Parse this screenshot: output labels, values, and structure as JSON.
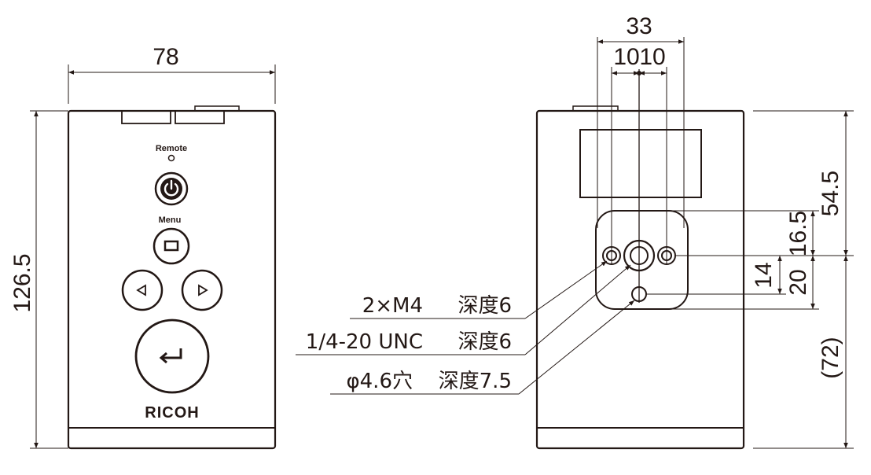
{
  "front_view": {
    "width_dim": "78",
    "height_dim": "126.5",
    "remote_label": "Remote",
    "menu_label": "Menu",
    "brand": "RICOH",
    "icons": [
      "power-icon",
      "menu-square-icon",
      "left-triangle-icon",
      "right-triangle-icon",
      "enter-arrow-icon"
    ]
  },
  "back_view": {
    "top_width_dim": "33",
    "left_spacing_dim": "10",
    "right_spacing_dim": "10",
    "upper_height_dim": "54.5",
    "mid_height_dim": "16.5",
    "lower_height_dim": "(72)",
    "hole_offset_dim": "14",
    "lower_hole_dim": "20",
    "callouts": [
      {
        "label": "2×M4",
        "depth": "深度6"
      },
      {
        "label": "1/4-20 UNC",
        "depth": "深度6"
      },
      {
        "label": "φ4.6穴",
        "depth": "深度7.5"
      }
    ]
  },
  "colors": {
    "line": "#231815",
    "background": "#ffffff"
  }
}
